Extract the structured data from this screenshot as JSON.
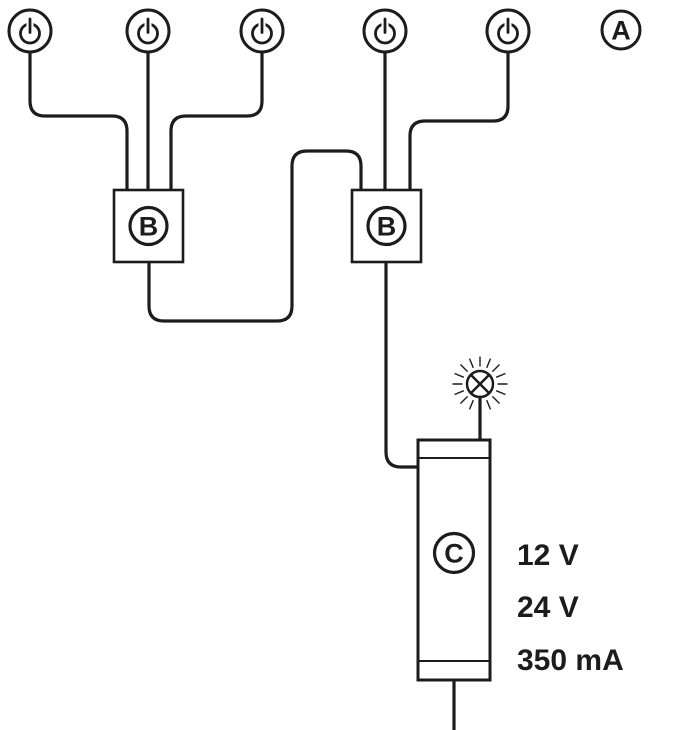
{
  "diagram": {
    "colors": {
      "line": "#1c1c1c",
      "switch_box_fill": "#e8e8e8",
      "background": "#ffffff"
    },
    "callout_a": "A",
    "switch_box_1_label": "B",
    "switch_box_2_label": "B",
    "driver_label": "C",
    "specs": {
      "line1": "12 V",
      "line2": "24 V",
      "line3": "350 mA"
    }
  }
}
